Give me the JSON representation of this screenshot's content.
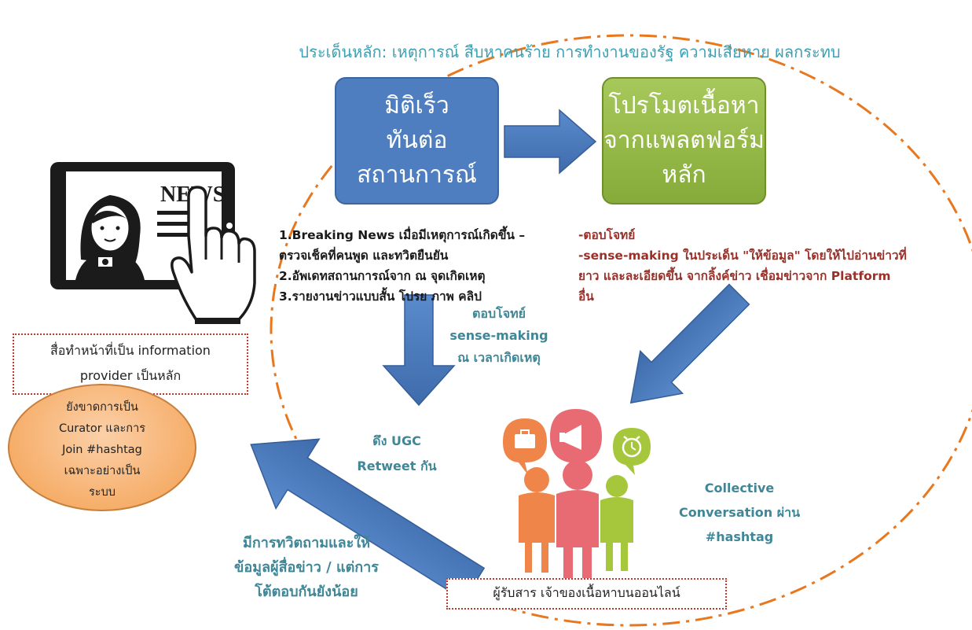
{
  "title": "ประเด็นหลัก: เหตุการณ์ สืบหาคนร้าย การทำงานของรัฐ ความเสียหาย ผลกระทบ",
  "box_blue": "มิติเร็ว\nทันต่อ\nสถานการณ์",
  "box_green": "โปรโมตเนื้อหา\nจากแพลตฟอร์ม\nหลัก",
  "tablet": {
    "news_label": "NEWS"
  },
  "steps": "1.Breaking News เมื่อมีเหตุการณ์เกิดขึ้น –\nตรวจเช็คที่คนพูด และทวิตยืนยัน\n2.อัพเดทสถานการณ์จาก ณ จุดเกิดเหตุ\n3.รายงานข่าวแบบสั้น โปรย ภาพ คลิป",
  "red_list": "-ตอบโจทย์\n-sense-making ในประเด็น \"ให้ข้อมูล\" โดยให้ไปอ่านข่าวที่\nยาว และละเอียดขึ้น จากลิ้งค์ข่าว เชื่อมข่าวจาก Platform\nอื่น",
  "mid_label": "ตอบโจทย์\nsense-making\nณ เวลาเกิดเหตุ",
  "info_box": "สื่อทำหน้าที่เป็น information\nprovider เป็นหลัก",
  "oval": "ยังขาดการเป็น\nCurator และการ\nJoin #hashtag\nเฉพาะอย่างเป็น\nระบบ",
  "ugc_label": "ดึง UGC\nRetweet กัน",
  "collective": "Collective\nConversation ผ่าน\n#hashtag",
  "transparency": "มีการทวิตถามและให้\nข้อมูลผู้สื่อข่าว / แต่การ\nโต้ตอบกันยังน้อย",
  "audience": "ผู้รับสาร เจ้าของเนื้อหาบนออนไลน์",
  "colors": {
    "blue_box": "#4f7ec0",
    "green_box": "#93b646",
    "arrow_blue": "#4a7bbf",
    "dash_orange": "#e8771e",
    "teal_text": "#3f8797",
    "red_text": "#9a3028",
    "person_orange": "#f0854a",
    "person_pink": "#e86a73",
    "person_green": "#a6c63c"
  },
  "icons": [
    "tablet-news-icon",
    "pointing-hand-icon",
    "briefcase-icon",
    "megaphone-icon",
    "alarm-clock-icon"
  ]
}
